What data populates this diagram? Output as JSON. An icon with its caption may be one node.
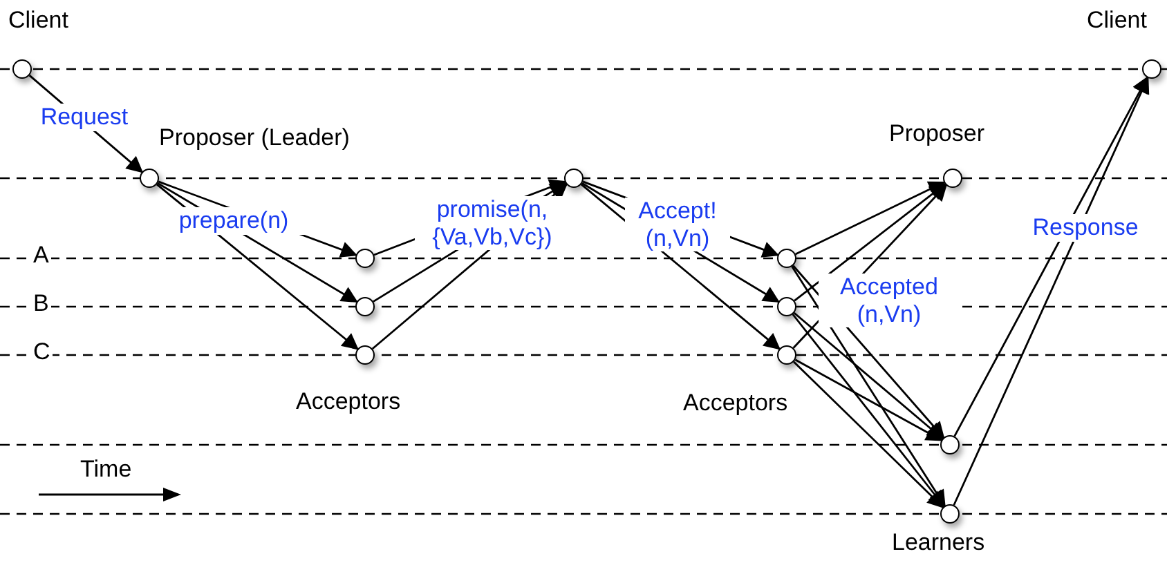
{
  "diagram": {
    "nodes": [
      {
        "text": [],
        "shape": "circle",
        "beside": [
          "Client"
        ]
      },
      {
        "text": [],
        "shape": "circle",
        "beside": [
          "Proposer (Leader)"
        ]
      },
      {
        "text": [],
        "shape": "circle"
      },
      {
        "text": [],
        "shape": "circle"
      },
      {
        "text": [],
        "shape": "circle",
        "beside": [
          "Acceptors"
        ]
      },
      {
        "text": [],
        "shape": "circle"
      },
      {
        "text": [],
        "shape": "circle"
      },
      {
        "text": [],
        "shape": "circle"
      },
      {
        "text": [],
        "shape": "circle",
        "beside": [
          "Acceptors"
        ]
      },
      {
        "text": [],
        "shape": "circle",
        "beside": [
          "Proposer"
        ]
      },
      {
        "text": [],
        "shape": "circle"
      },
      {
        "text": [],
        "shape": "circle",
        "beside": [
          "Learners"
        ]
      },
      {
        "text": [],
        "shape": "circle",
        "beside": [
          "Client"
        ]
      }
    ],
    "edges": [
      {
        "from": 0,
        "to": 1,
        "arrow": "to",
        "label": "Request"
      },
      {
        "from": 1,
        "to": 2,
        "arrow": "to",
        "label": "prepare(n)"
      },
      {
        "from": 1,
        "to": 3,
        "arrow": "to"
      },
      {
        "from": 1,
        "to": 4,
        "arrow": "to"
      },
      {
        "from": 2,
        "to": 5,
        "arrow": "to",
        "label": "promise(n, {Va,Vb,Vc})"
      },
      {
        "from": 3,
        "to": 5,
        "arrow": "to"
      },
      {
        "from": 4,
        "to": 5,
        "arrow": "to"
      },
      {
        "from": 5,
        "to": 6,
        "arrow": "to",
        "label": "Accept! (n,Vn)"
      },
      {
        "from": 5,
        "to": 7,
        "arrow": "to"
      },
      {
        "from": 5,
        "to": 8,
        "arrow": "to"
      },
      {
        "from": 6,
        "to": 9,
        "arrow": "to"
      },
      {
        "from": 7,
        "to": 9,
        "arrow": "to"
      },
      {
        "from": 8,
        "to": 9,
        "arrow": "to",
        "label": "Accepted (n,Vn)"
      },
      {
        "from": 6,
        "to": 10,
        "arrow": "to"
      },
      {
        "from": 6,
        "to": 11,
        "arrow": "to"
      },
      {
        "from": 7,
        "to": 10,
        "arrow": "to"
      },
      {
        "from": 7,
        "to": 11,
        "arrow": "to"
      },
      {
        "from": 8,
        "to": 10,
        "arrow": "to"
      },
      {
        "from": 8,
        "to": 11,
        "arrow": "to"
      },
      {
        "from": 10,
        "to": 12,
        "arrow": "to",
        "label": "Response"
      },
      {
        "from": 11,
        "to": 12,
        "arrow": "to"
      }
    ],
    "labels": [
      "A",
      "B",
      "C",
      "Time"
    ]
  }
}
